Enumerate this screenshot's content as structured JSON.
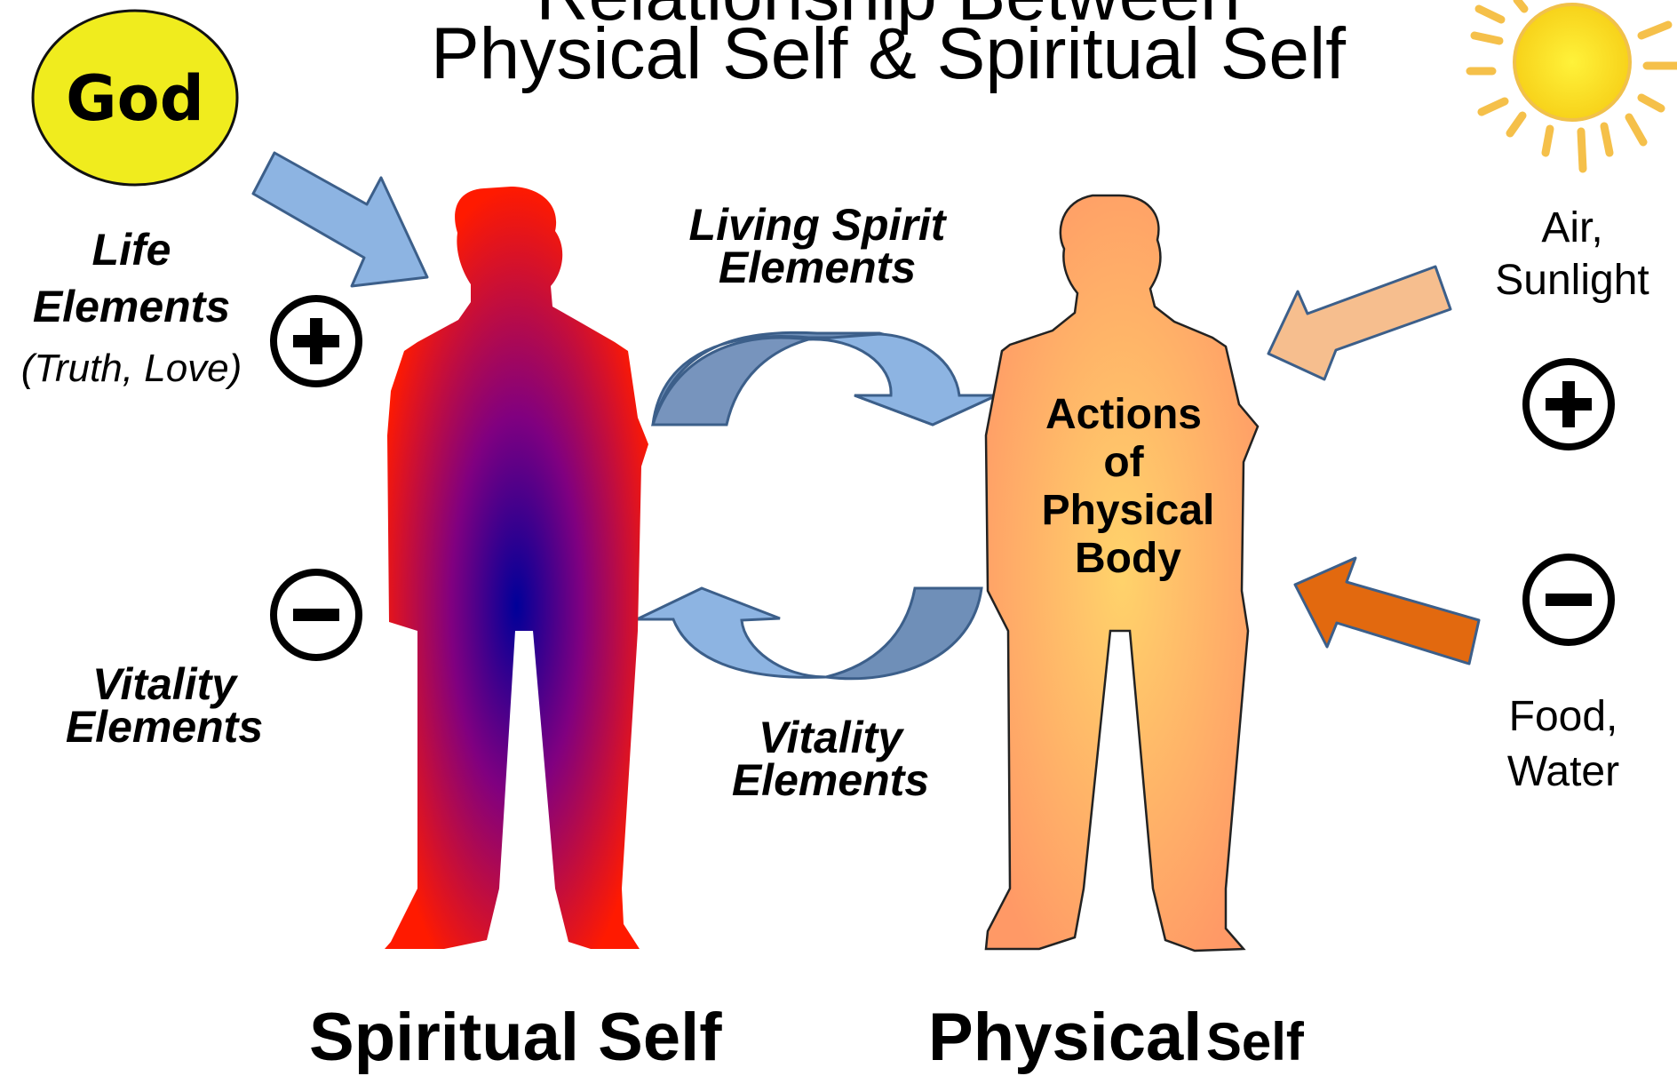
{
  "title": {
    "line1": "Relationship Between",
    "line2": "Physical Self & Spiritual Self"
  },
  "god_label": "God",
  "life_elements": {
    "line1": "Life",
    "line2": "Elements",
    "note": "(Truth, Love)"
  },
  "living_spirit_elements": {
    "line1": "Living Spirit",
    "line2": "Elements"
  },
  "vitality_elements_left": {
    "line1": "Vitality",
    "line2": "Elements"
  },
  "vitality_elements_center": {
    "line1": "Vitality",
    "line2": "Elements"
  },
  "physical_body_text": {
    "line1": "Actions",
    "line2": "of",
    "line3": "Physical",
    "line4": "Body"
  },
  "air_sunlight": {
    "line1": "Air,",
    "line2": "Sunlight"
  },
  "food_water": {
    "line1": "Food,",
    "line2": "Water"
  },
  "spiritual_self_label": "Spiritual Self",
  "physical_self_label": {
    "word1": "Physical",
    "word2": "Self"
  },
  "symbols": {
    "plus": "+",
    "minus": "−"
  },
  "colors": {
    "god_fill": "#f0ec1e",
    "sun": "#fde82a",
    "sun_rays": "#f5c04a",
    "blue_arrow": "#8db4e2",
    "blue_arrow_dark": "#6f8fb8",
    "peach_arrow": "#f6be8e",
    "orange_arrow": "#e2690f",
    "spiritual_outer": "#ff1a00",
    "spiritual_inner": "#000099",
    "physical_fill": "#ff9966",
    "physical_glow": "#ffd36b"
  }
}
